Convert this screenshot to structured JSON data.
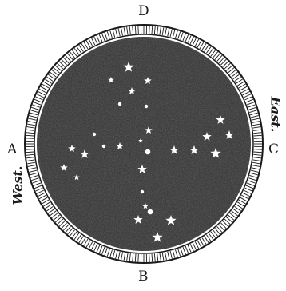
{
  "labels": {
    "top": "D",
    "bottom": "B",
    "left": "A",
    "right": "C",
    "west": "West.",
    "east": "East."
  },
  "colors": {
    "ink": "#1a1a1a",
    "sky": "#3b3b3b",
    "paper": "#ffffff"
  },
  "stars": [
    {
      "name": "star-1",
      "kind": "star"
    },
    {
      "name": "star-2",
      "kind": "star"
    },
    {
      "name": "star-3",
      "kind": "star"
    },
    {
      "name": "star-4",
      "kind": "star"
    },
    {
      "name": "star-5",
      "kind": "dot"
    },
    {
      "name": "star-6",
      "kind": "star"
    },
    {
      "name": "star-7",
      "kind": "dot"
    },
    {
      "name": "star-8",
      "kind": "dot"
    },
    {
      "name": "star-9",
      "kind": "star"
    },
    {
      "name": "star-10",
      "kind": "star"
    },
    {
      "name": "star-11",
      "kind": "star"
    },
    {
      "name": "star-12",
      "kind": "dot"
    },
    {
      "name": "star-13",
      "kind": "star"
    },
    {
      "name": "star-14",
      "kind": "star"
    },
    {
      "name": "star-15",
      "kind": "star"
    },
    {
      "name": "star-16",
      "kind": "star"
    },
    {
      "name": "star-17",
      "kind": "star"
    },
    {
      "name": "star-18",
      "kind": "star"
    },
    {
      "name": "star-19",
      "kind": "star"
    },
    {
      "name": "star-20",
      "kind": "star"
    },
    {
      "name": "star-21",
      "kind": "star"
    },
    {
      "name": "star-22",
      "kind": "dot"
    },
    {
      "name": "star-23",
      "kind": "dot"
    },
    {
      "name": "star-24",
      "kind": "star"
    },
    {
      "name": "star-25",
      "kind": "star"
    },
    {
      "name": "star-26",
      "kind": "star"
    },
    {
      "name": "star-27",
      "kind": "star"
    },
    {
      "name": "star-28",
      "kind": "star"
    },
    {
      "name": "star-29",
      "kind": "dot"
    }
  ]
}
